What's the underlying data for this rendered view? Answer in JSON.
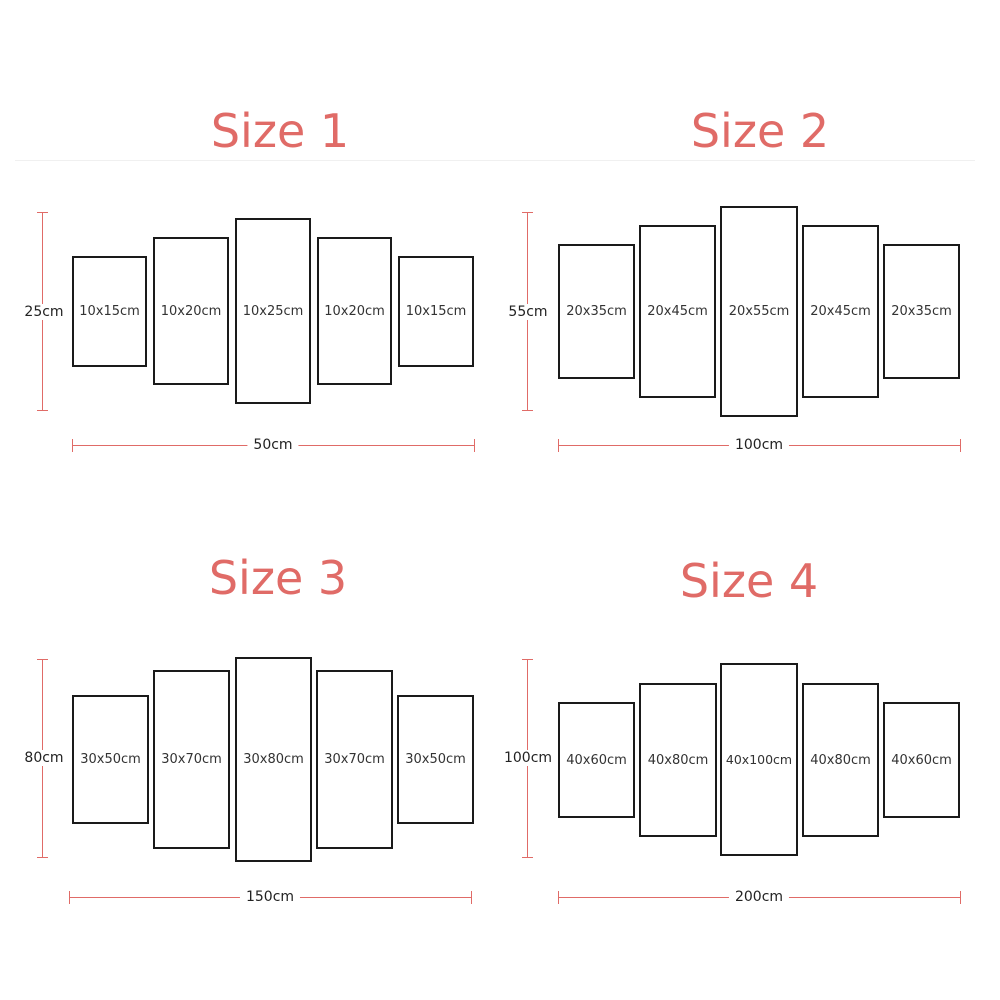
{
  "accent_color": "#e06b67",
  "groups": [
    {
      "title": "Size 1",
      "height_label": "25cm",
      "width_label": "50cm",
      "panels": [
        "10x15cm",
        "10x20cm",
        "10x25cm",
        "10x20cm",
        "10x15cm"
      ]
    },
    {
      "title": "Size 2",
      "height_label": "55cm",
      "width_label": "100cm",
      "panels": [
        "20x35cm",
        "20x45cm",
        "20x55cm",
        "20x45cm",
        "20x35cm"
      ]
    },
    {
      "title": "Size 3",
      "height_label": "80cm",
      "width_label": "150cm",
      "panels": [
        "30x50cm",
        "30x70cm",
        "30x80cm",
        "30x70cm",
        "30x50cm"
      ]
    },
    {
      "title": "Size 4",
      "height_label": "100cm",
      "width_label": "200cm",
      "panels": [
        "40x60cm",
        "40x80cm",
        "40x100cm",
        "40x80cm",
        "40x60cm"
      ]
    }
  ]
}
